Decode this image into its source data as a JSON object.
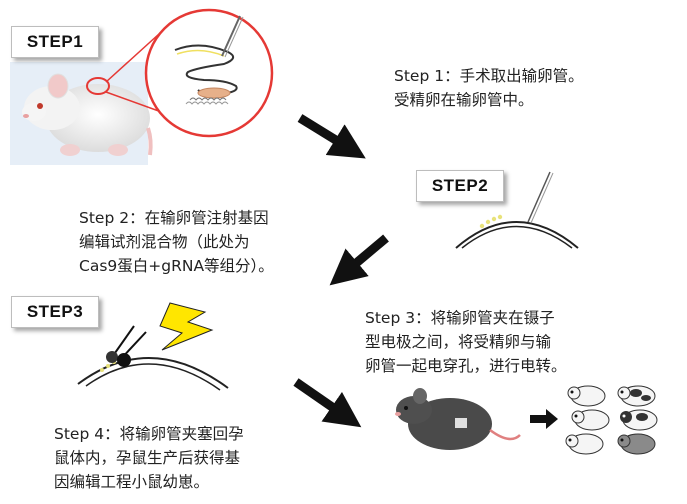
{
  "steps": {
    "step1_label": "STEP1",
    "step2_label": "STEP2",
    "step3_label": "STEP3"
  },
  "texts": {
    "step1_line1": "Step 1：手术取出输卵管。",
    "step1_line2": "受精卵在输卵管中。",
    "step2_line1": "Step 2：在输卵管注射基因",
    "step2_line2": "编辑试剂混合物（此处为",
    "step2_line3": "Cas9蛋白+gRNA等组分）。",
    "step3_line1": "Step 3：将输卵管夹在镊子",
    "step3_line2": "型电极之间，将受精卵与输",
    "step3_line3": "卵管一起电穿孔，进行电转。",
    "step4_line1": "Step 4：将输卵管夹塞回孕",
    "step4_line2": "鼠体内，孕鼠生产后获得基",
    "step4_line3": "因编辑工程小鼠幼崽。"
  },
  "colors": {
    "arrow": "#111111",
    "lightning": "#ffe600",
    "circle": "#e53935",
    "eggs": "#e8e27a"
  }
}
